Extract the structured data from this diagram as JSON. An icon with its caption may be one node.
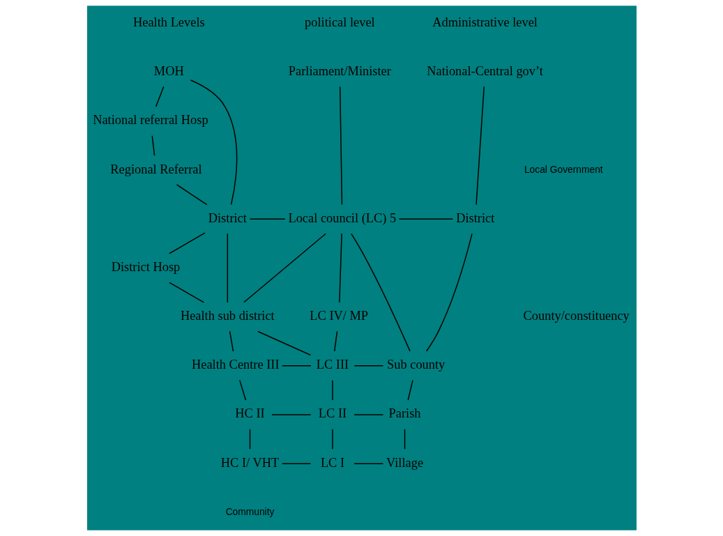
{
  "diagram": {
    "nodes": [
      {
        "text": [
          "MOH"
        ]
      },
      {
        "text": [
          "National referral Hosp"
        ]
      },
      {
        "text": [
          "Regional Referral"
        ]
      },
      {
        "text": [
          "District"
        ]
      },
      {
        "text": [
          "District Hosp"
        ]
      },
      {
        "text": [
          "Health sub district"
        ]
      },
      {
        "text": [
          "Health Centre III"
        ]
      },
      {
        "text": [
          "HC II"
        ]
      },
      {
        "text": [
          "HC I/ VHT"
        ]
      },
      {
        "text": [
          "Parliament/Minister"
        ]
      },
      {
        "text": [
          "Local council (LC) 5"
        ]
      },
      {
        "text": [
          "LC IV/ MP"
        ]
      },
      {
        "text": [
          "LC III"
        ]
      },
      {
        "text": [
          "LC II"
        ]
      },
      {
        "text": [
          "LC I"
        ]
      },
      {
        "text": [
          "National-Central gov’t"
        ]
      },
      {
        "text": [
          "District"
        ]
      },
      {
        "text": [
          "Sub county"
        ]
      },
      {
        "text": [
          "Parish"
        ]
      },
      {
        "text": [
          "Village"
        ]
      }
    ],
    "edges": [
      {
        "from": 0,
        "to": 1,
        "arrow": "none"
      },
      {
        "from": 0,
        "to": 3,
        "arrow": "none"
      },
      {
        "from": 1,
        "to": 2,
        "arrow": "none"
      },
      {
        "from": 2,
        "to": 3,
        "arrow": "none"
      },
      {
        "from": 3,
        "to": 10,
        "arrow": "none"
      },
      {
        "from": 3,
        "to": 4,
        "arrow": "none"
      },
      {
        "from": 4,
        "to": 5,
        "arrow": "none"
      },
      {
        "from": 3,
        "to": 5,
        "arrow": "none"
      },
      {
        "from": 5,
        "to": 6,
        "arrow": "none"
      },
      {
        "from": 6,
        "to": 7,
        "arrow": "none"
      },
      {
        "from": 7,
        "to": 8,
        "arrow": "none"
      },
      {
        "from": 10,
        "to": 5,
        "arrow": "none"
      },
      {
        "from": 5,
        "to": 12,
        "arrow": "none"
      },
      {
        "from": 6,
        "to": 12,
        "arrow": "none"
      },
      {
        "from": 9,
        "to": 10,
        "arrow": "none"
      },
      {
        "from": 10,
        "to": 11,
        "arrow": "none"
      },
      {
        "from": 11,
        "to": 12,
        "arrow": "none"
      },
      {
        "from": 12,
        "to": 13,
        "arrow": "none"
      },
      {
        "from": 13,
        "to": 14,
        "arrow": "none"
      },
      {
        "from": 10,
        "to": 17,
        "arrow": "none"
      },
      {
        "from": 10,
        "to": 16,
        "arrow": "none"
      },
      {
        "from": 12,
        "to": 17,
        "arrow": "none"
      },
      {
        "from": 7,
        "to": 13,
        "arrow": "none"
      },
      {
        "from": 13,
        "to": 18,
        "arrow": "none"
      },
      {
        "from": 8,
        "to": 14,
        "arrow": "none"
      },
      {
        "from": 14,
        "to": 19,
        "arrow": "none"
      },
      {
        "from": 15,
        "to": 16,
        "arrow": "none"
      },
      {
        "from": 16,
        "to": 17,
        "arrow": "none"
      },
      {
        "from": 17,
        "to": 18,
        "arrow": "none"
      },
      {
        "from": 18,
        "to": 19,
        "arrow": "none"
      }
    ],
    "labels": [
      "Health Levels",
      "political level",
      "Administrative level",
      "Local Government",
      "County/constituency",
      "Community"
    ]
  }
}
